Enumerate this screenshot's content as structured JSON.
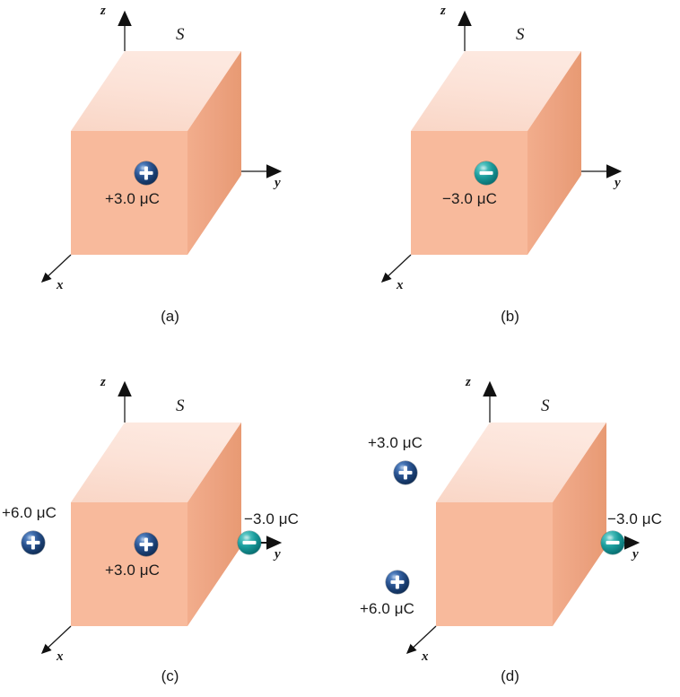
{
  "figure": {
    "title": "Gaussian cube surfaces with point charges",
    "colors": {
      "cube_top": "#FBDFD3",
      "cube_front": "#F8BA9C",
      "cube_side_light": "#F2AD8C",
      "cube_side_dark": "#E89A73",
      "positive_charge": "#1d4a85",
      "negative_charge": "#0f8a8c",
      "axis_line": "#6e6e6e",
      "text": "#1a1a1a",
      "background": "#ffffff"
    }
  },
  "panels": [
    {
      "id": "a",
      "caption": "(a)",
      "surface_label": "S",
      "axes": {
        "x": "x",
        "y": "y",
        "z": "z"
      },
      "charges": [
        {
          "id": "a-inside",
          "sign": "+",
          "symbol": "+",
          "label": "+3.0 μC",
          "value": "+3.0",
          "unit": "μC",
          "position": "inside",
          "label_position": "below"
        }
      ]
    },
    {
      "id": "b",
      "caption": "(b)",
      "surface_label": "S",
      "axes": {
        "x": "x",
        "y": "y",
        "z": "z"
      },
      "charges": [
        {
          "id": "b-inside",
          "sign": "-",
          "symbol": "−",
          "label": "−3.0 μC",
          "value": "−3.0",
          "unit": "μC",
          "position": "inside",
          "label_position": "below"
        }
      ]
    },
    {
      "id": "c",
      "caption": "(c)",
      "surface_label": "S",
      "axes": {
        "x": "x",
        "y": "y",
        "z": "z"
      },
      "charges": [
        {
          "id": "c-left",
          "sign": "+",
          "symbol": "+",
          "label": "+6.0 μC",
          "value": "+6.0",
          "unit": "μC",
          "position": "outside-left",
          "label_position": "above"
        },
        {
          "id": "c-inside",
          "sign": "+",
          "symbol": "+",
          "label": "+3.0 μC",
          "value": "+3.0",
          "unit": "μC",
          "position": "inside",
          "label_position": "below"
        },
        {
          "id": "c-right",
          "sign": "-",
          "symbol": "−",
          "label": "−3.0 μC",
          "value": "−3.0",
          "unit": "μC",
          "position": "outside-right-on-y-axis",
          "label_position": "above"
        }
      ]
    },
    {
      "id": "d",
      "caption": "(d)",
      "surface_label": "S",
      "axes": {
        "x": "x",
        "y": "y",
        "z": "z"
      },
      "charges": [
        {
          "id": "d-upper-left",
          "sign": "+",
          "symbol": "+",
          "label": "+3.0 μC",
          "value": "+3.0",
          "unit": "μC",
          "position": "outside-upper-left",
          "label_position": "above"
        },
        {
          "id": "d-lower-left",
          "sign": "+",
          "symbol": "+",
          "label": "+6.0 μC",
          "value": "+6.0",
          "unit": "μC",
          "position": "outside-lower-left",
          "label_position": "below"
        },
        {
          "id": "d-right",
          "sign": "-",
          "symbol": "−",
          "label": "−3.0 μC",
          "value": "−3.0",
          "unit": "μC",
          "position": "outside-right-on-y-axis",
          "label_position": "above"
        }
      ]
    }
  ]
}
